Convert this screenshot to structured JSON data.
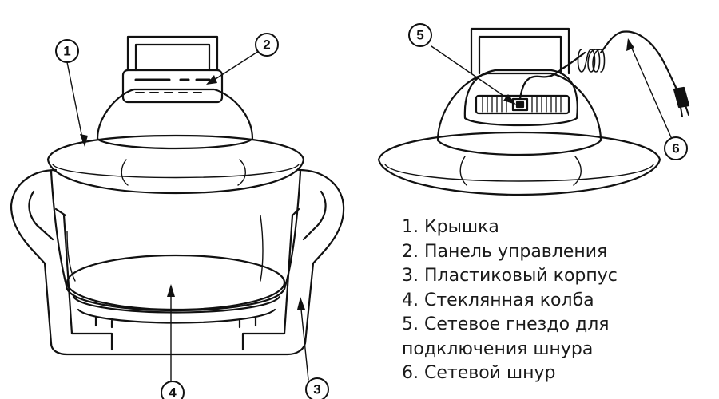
{
  "callouts": [
    "1",
    "2",
    "3",
    "4",
    "5",
    "6"
  ],
  "legend": [
    "1. Крышка",
    "2. Панель управления",
    "3. Пластиковый корпус",
    "4. Стеклянная колба",
    "5. Сетевое гнездо для",
    "подключения шнура",
    "6. Сетевой шнур"
  ],
  "colors": {
    "line": "#111111",
    "background": "#ffffff"
  }
}
